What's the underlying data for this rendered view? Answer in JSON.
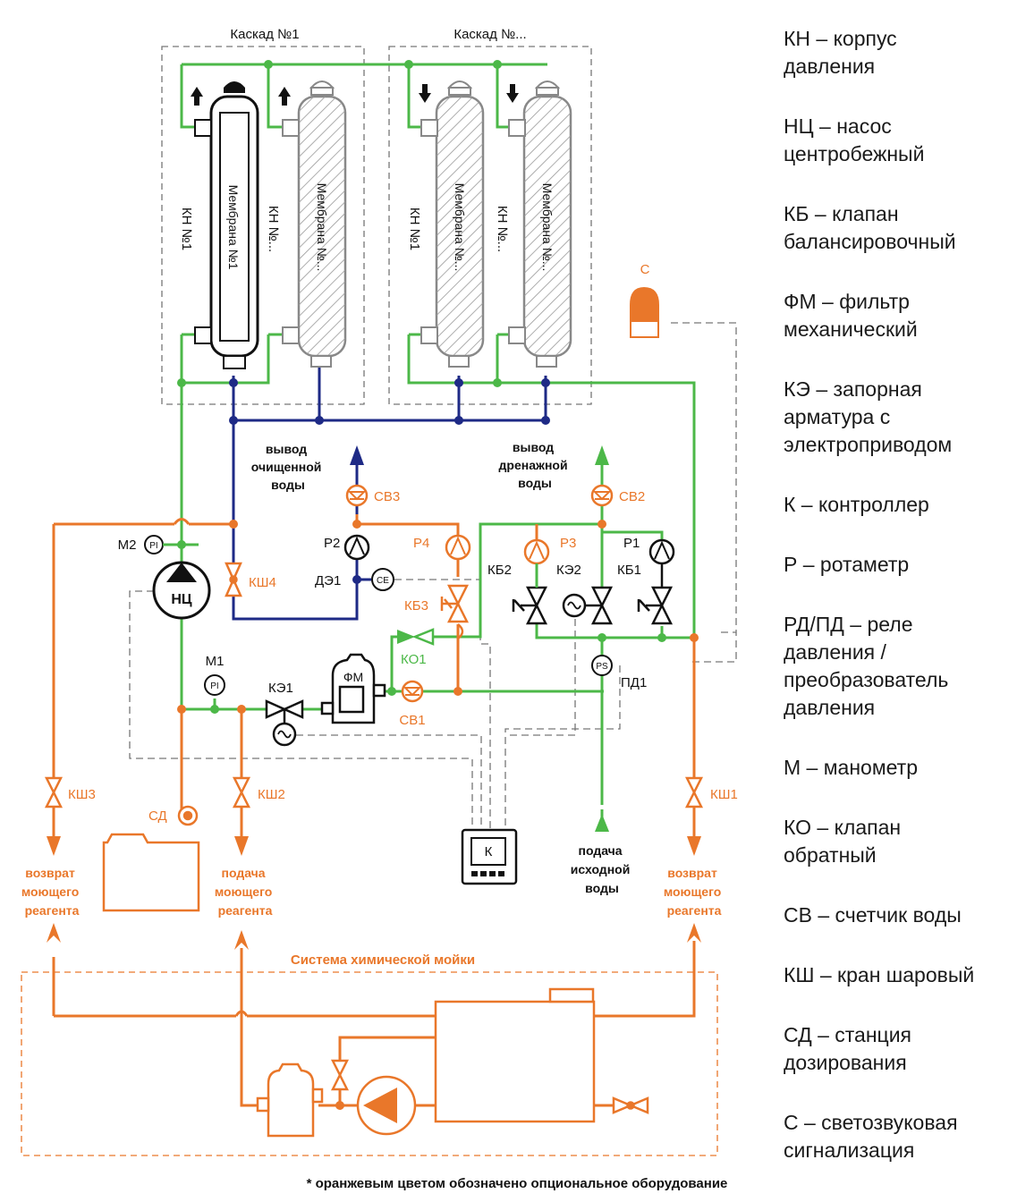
{
  "colors": {
    "green": "#4cb848",
    "blue": "#1e2a86",
    "orange": "#e9772a",
    "black": "#111111",
    "gray": "#888888"
  },
  "labels": {
    "cascade1": "Каскад №1",
    "cascadeN": "Каскад №...",
    "kn1": "КН №1",
    "knN": "КН №...",
    "membrane1": "Мембрана №1",
    "membraneN": "Мембрана №...",
    "permeate_out": [
      "вывод",
      "очищенной",
      "воды"
    ],
    "drain_out": [
      "вывод",
      "дренажной",
      "воды"
    ],
    "feed_in": [
      "подача",
      "исходной",
      "воды"
    ],
    "return_reagent": [
      "возврат",
      "моющего",
      "реагента"
    ],
    "supply_reagent": [
      "подача",
      "моющего",
      "реагента"
    ],
    "cip_system": "Система химической мойки",
    "c": "С",
    "sv3": "СВ3",
    "sv2": "СВ2",
    "sv1": "СВ1",
    "p1": "Р1",
    "p2": "Р2",
    "p3": "Р3",
    "p4": "Р4",
    "m1": "М1",
    "m2": "М2",
    "pi": "PI",
    "ps": "PS",
    "ce": "CE",
    "nc": "НЦ",
    "fm": "ФМ",
    "k": "К",
    "ksh1": "КШ1",
    "ksh2": "КШ2",
    "ksh3": "КШ3",
    "ksh4": "КШ4",
    "kb1": "КБ1",
    "kb2": "КБ2",
    "kb3": "КБ3",
    "ke1": "КЭ1",
    "ke2": "КЭ2",
    "ko1": "КО1",
    "de1": "ДЭ1",
    "pd1": "ПД1",
    "sd": "СД"
  },
  "legend": [
    "КН – корпус\nдавления",
    "НЦ – насос\nцентробежный",
    "КБ – клапан\nбалансировочный",
    "ФМ – фильтр\nмеханический",
    "КЭ – запорная\nарматура с\nэлектроприводом",
    "К – контроллер",
    "Р – ротаметр",
    "РД/ПД – реле\nдавления /\nпреобразователь\nдавления",
    "М – манометр",
    "КО – клапан\nобратный",
    "СВ – счетчик воды",
    "КШ – кран шаровый",
    "СД – станция\nдозирования",
    "С – светозвуковая\nсигнализация"
  ],
  "footnote": "* оранжевым цветом обозначено опциональное оборудование"
}
